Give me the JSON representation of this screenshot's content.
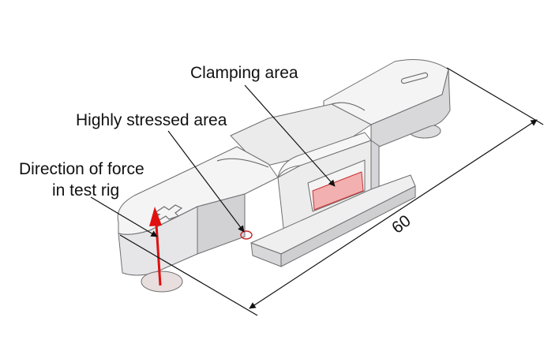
{
  "labels": {
    "clamping_area": "Clamping area",
    "highly_stressed_area": "Highly stressed area",
    "force_line1": "Direction of force",
    "force_line2": "in test rig"
  },
  "dimension": {
    "value": "60"
  },
  "colors": {
    "part_face": "#ececed",
    "part_top": "#f4f4f5",
    "part_shade": "#d6d6d8",
    "part_edge": "#6e6e70",
    "highlight_fill": "#f2b0b0",
    "highlight_edge": "#c83030",
    "force_arrow": "#e01010",
    "leader": "#111111"
  },
  "icons": [
    "force-arrow-icon",
    "stress-marker-icon",
    "cross-mark-icon",
    "slot-mark-icon"
  ]
}
